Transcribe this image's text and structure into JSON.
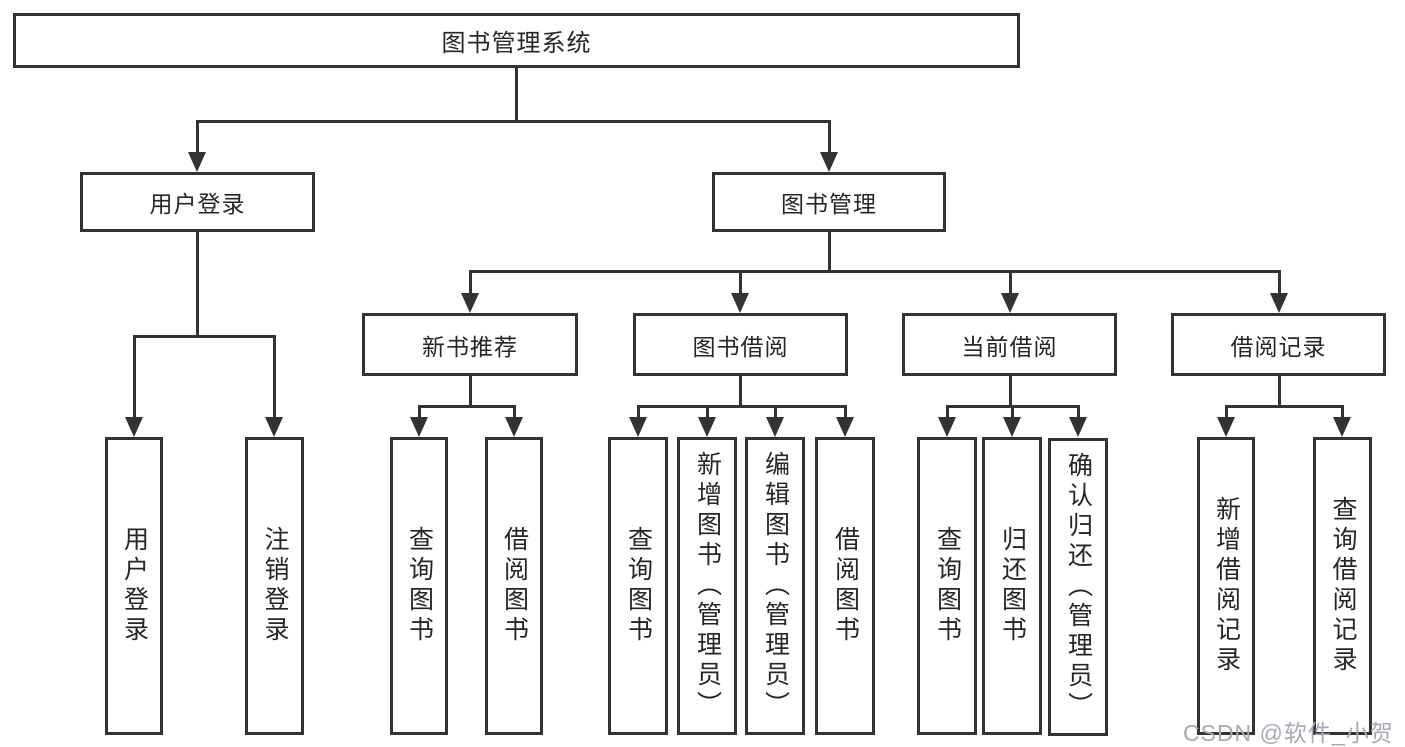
{
  "diagram_title": "图书管理系统",
  "nodes": {
    "root": {
      "label": "图书管理系统"
    },
    "level2": [
      {
        "label": "用户登录",
        "parent": "图书管理系统"
      },
      {
        "label": "图书管理",
        "parent": "图书管理系统"
      }
    ],
    "level3": [
      {
        "label": "新书推荐",
        "parent": "图书管理"
      },
      {
        "label": "图书借阅",
        "parent": "图书管理"
      },
      {
        "label": "当前借阅",
        "parent": "图书管理"
      },
      {
        "label": "借阅记录",
        "parent": "图书管理"
      }
    ],
    "leaves": [
      {
        "label": "用户登录",
        "parent": "用户登录"
      },
      {
        "label": "注销登录",
        "parent": "用户登录"
      },
      {
        "label": "查询图书",
        "parent": "新书推荐"
      },
      {
        "label": "借阅图书",
        "parent": "新书推荐"
      },
      {
        "label": "查询图书",
        "parent": "图书借阅"
      },
      {
        "label": "新增图书（管理员）",
        "parent": "图书借阅"
      },
      {
        "label": "编辑图书（管理员）",
        "parent": "图书借阅"
      },
      {
        "label": "借阅图书",
        "parent": "图书借阅"
      },
      {
        "label": "查询图书",
        "parent": "当前借阅"
      },
      {
        "label": "归还图书",
        "parent": "当前借阅"
      },
      {
        "label": "确认归还（管理员）",
        "parent": "当前借阅"
      },
      {
        "label": "新增借阅记录",
        "parent": "借阅记录"
      },
      {
        "label": "查询借阅记录",
        "parent": "借阅记录"
      }
    ]
  },
  "watermark": {
    "text": "CSDN @软件_小贺同学"
  },
  "colors": {
    "line": "#333333",
    "border": "#333333",
    "background": "#ffffff",
    "text": "#26262a",
    "watermark": "#a6aab5"
  }
}
